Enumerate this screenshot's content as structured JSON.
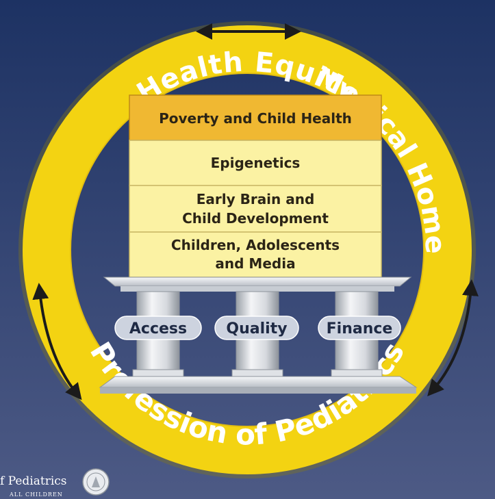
{
  "ring": {
    "left_label": "Health Equity",
    "right_label": "Medical Home",
    "bottom_label": "Profession of Pediatrics"
  },
  "boxes": {
    "top": "Poverty and Child Health",
    "row2": "Epigenetics",
    "row3_line1": "Early Brain and",
    "row3_line2": "Child Development",
    "row4_line1": "Children, Adolescents",
    "row4_line2": "and Media"
  },
  "pillars": {
    "left": "Access",
    "center": "Quality",
    "right": "Finance"
  },
  "footer": {
    "org_text": "f Pediatrics",
    "tagline": "ALL CHILDREN"
  },
  "colors": {
    "background_top": "#1d3263",
    "background_bottom": "#4d5a85",
    "ring": "#f3d312",
    "header_box": "#f0b832",
    "body_box": "#fbf2a3",
    "pill": "#cdd3df"
  }
}
